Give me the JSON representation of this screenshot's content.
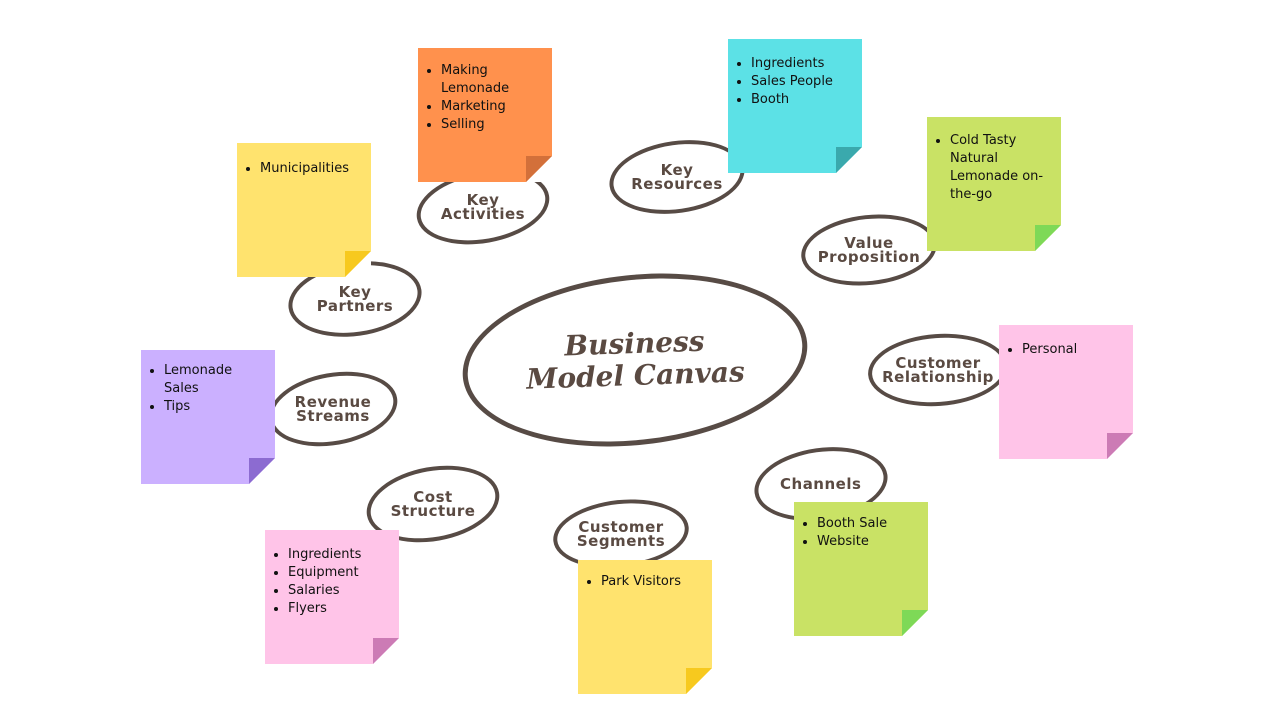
{
  "title": "Business Model Canvas",
  "sections": {
    "key_partners": {
      "label": "Key Partners",
      "items": [
        "Municipalities"
      ],
      "color": "#FFE36E",
      "fold": "#F7C91E"
    },
    "key_activities": {
      "label": "Key Activities",
      "items": [
        "Making Lemonade",
        "Marketing",
        "Selling"
      ],
      "color": "#FF914D",
      "fold": "#D3703A"
    },
    "key_resources": {
      "label": "Key Resources",
      "items": [
        "Ingredients",
        "Sales People",
        "Booth"
      ],
      "color": "#5CE1E6",
      "fold": "#3AA9AD"
    },
    "value_proposition": {
      "label": "Value Proposition",
      "items": [
        "Cold Tasty Natural Lemonade on-the-go"
      ],
      "color": "#C9E265",
      "fold": "#7ED957"
    },
    "customer_relationship": {
      "label": "Customer Relationship",
      "items": [
        "Personal"
      ],
      "color": "#FFC4E8",
      "fold": "#CC7BB5"
    },
    "channels": {
      "label": "Channels",
      "items": [
        "Booth Sale",
        "Website"
      ],
      "color": "#C9E265",
      "fold": "#7ED957"
    },
    "customer_segments": {
      "label": "Customer Segments",
      "items": [
        "Park Visitors"
      ],
      "color": "#FFE36E",
      "fold": "#F7C91E"
    },
    "cost_structure": {
      "label": "Cost Structure",
      "items": [
        "Ingredients",
        "Equipment",
        "Salaries",
        "Flyers"
      ],
      "color": "#FFC4E8",
      "fold": "#CC7BB5"
    },
    "revenue_streams": {
      "label": "Revenue Streams",
      "items": [
        "Lemonade Sales",
        "Tips"
      ],
      "color": "#CBB0FF",
      "fold": "#8C6BD1"
    }
  }
}
